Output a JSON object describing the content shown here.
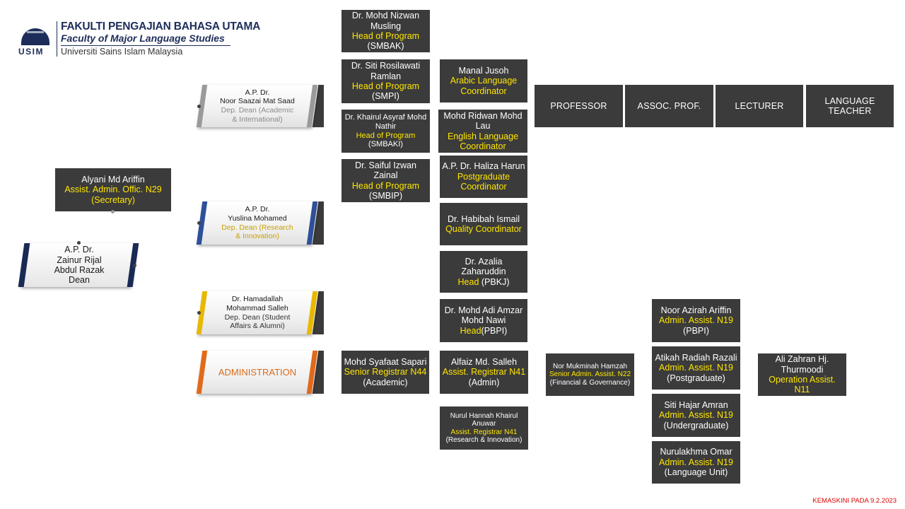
{
  "header": {
    "logo_text": "USIM",
    "title_malay": "FAKULTI PENGAJIAN BAHASA UTAMA",
    "title_english": "Faculty of Major Language Studies",
    "university": "Universiti Sains Islam Malaysia"
  },
  "dean": {
    "name_l1": "A.P. Dr.",
    "name_l2": "Zainur Rijal",
    "name_l3": "Abdul Razak",
    "role": "Dean"
  },
  "secretary": {
    "name": "Alyani Md Ariffin",
    "role": "Assist. Admin. Offic. N29",
    "note": "(Secretary)"
  },
  "deputies": [
    {
      "l1": "A.P. Dr.",
      "l2": "Noor Saazai Mat Saad",
      "l3": "Dep. Dean (Academic",
      "l4": "& International)"
    },
    {
      "l1": "A.P. Dr.",
      "l2": "Yuslina Mohamed",
      "l3": "Dep. Dean (Research",
      "l4": "& Innovation)"
    },
    {
      "l1": "Dr. Hamadallah",
      "l2": "Mohammad Salleh",
      "l3": "Dep. Dean (Student",
      "l4": "Affairs & Alumni)"
    },
    {
      "l1": "ADMINISTRATION"
    }
  ],
  "programs": [
    {
      "name": "Dr. Mohd Nizwan Musling",
      "role": "Head of Program",
      "pre": "(",
      "code": "SMBAK",
      "post": ")"
    },
    {
      "name": "Dr. Siti Rosilawati Ramlan",
      "role": "Head of Program",
      "pre": "(",
      "code": "SMPI",
      "post": ")"
    },
    {
      "name": "Dr. Khairul Asyraf Mohd Nathir",
      "role": "Head of Program",
      "pre": "(",
      "code": "SMBAKI",
      "post": ")"
    },
    {
      "name": "Dr. Saiful Izwan Zainal",
      "role": "Head of Program",
      "pre": "(",
      "code": "SMBIP",
      "post": ")"
    }
  ],
  "coordinators": [
    {
      "name": "Manal Jusoh",
      "role": "Arabic Language Coordinator"
    },
    {
      "name": "Mohd Ridwan Mohd Lau",
      "role": "English Language Coordinator"
    },
    {
      "name": "A.P. Dr. Haliza Harun",
      "role": "Postgraduate Coordinator"
    },
    {
      "name": "Dr. Habibah Ismail",
      "role": "Quality Coordinator"
    },
    {
      "name": "Dr. Azalia Zaharuddin",
      "role": "Head",
      "extra": "(PBKJ)"
    },
    {
      "name": "Dr. Mohd Adi Amzar Mohd Nawi",
      "role": "Head",
      "extra": "(PBPI)"
    }
  ],
  "columns": [
    "PROFESSOR",
    "ASSOC. PROF.",
    "LECTURER",
    "LANGUAGE TEACHER"
  ],
  "admin": {
    "senior_registrar": {
      "name": "Mohd Syafaat Sapari",
      "role": "Senior Registrar N44",
      "extra": "(Academic)"
    },
    "registrar_admin": {
      "name": "Alfaiz Md. Salleh",
      "role": "Assist. Registrar N41",
      "extra": "(Admin)"
    },
    "registrar_research": {
      "name": "Nurul Hannah Khairul Anuwar",
      "role": "Assist. Registrar N41",
      "extra": "(Research & Innovation)"
    },
    "senior_admin_assist": {
      "name": "Nor Mukminah Hamzah",
      "role": "Senior Admin. Assist. N22",
      "extra": "(Financial & Governance)"
    },
    "assistants": [
      {
        "name": "Noor Azirah Ariffin",
        "role": "Admin. Assist. N19",
        "extra": "(PBPI)"
      },
      {
        "name": "Atikah Radiah Razali",
        "role": "Admin. Assist. N19",
        "extra": "(Postgraduate)"
      },
      {
        "name": "Siti Hajar Amran",
        "role": "Admin. Assist. N19",
        "extra": "(Undergraduate)"
      },
      {
        "name": "Nurulakhma Omar",
        "role": "Admin. Assist. N19",
        "extra": "(Language Unit)"
      }
    ],
    "operation": {
      "name": "Ali Zahran Hj. Thurmoodi",
      "role": "Operation Assist. N11"
    }
  },
  "footer": {
    "updated": "KEMASKINI PADA 9.2.2023"
  },
  "colors": {
    "box": "#3b3b3b",
    "role_text": "#ffe600",
    "accent_blue": "#2e4f9a",
    "accent_yellow": "#e8b800",
    "accent_orange": "#e06a1a",
    "footer": "#e00000"
  }
}
